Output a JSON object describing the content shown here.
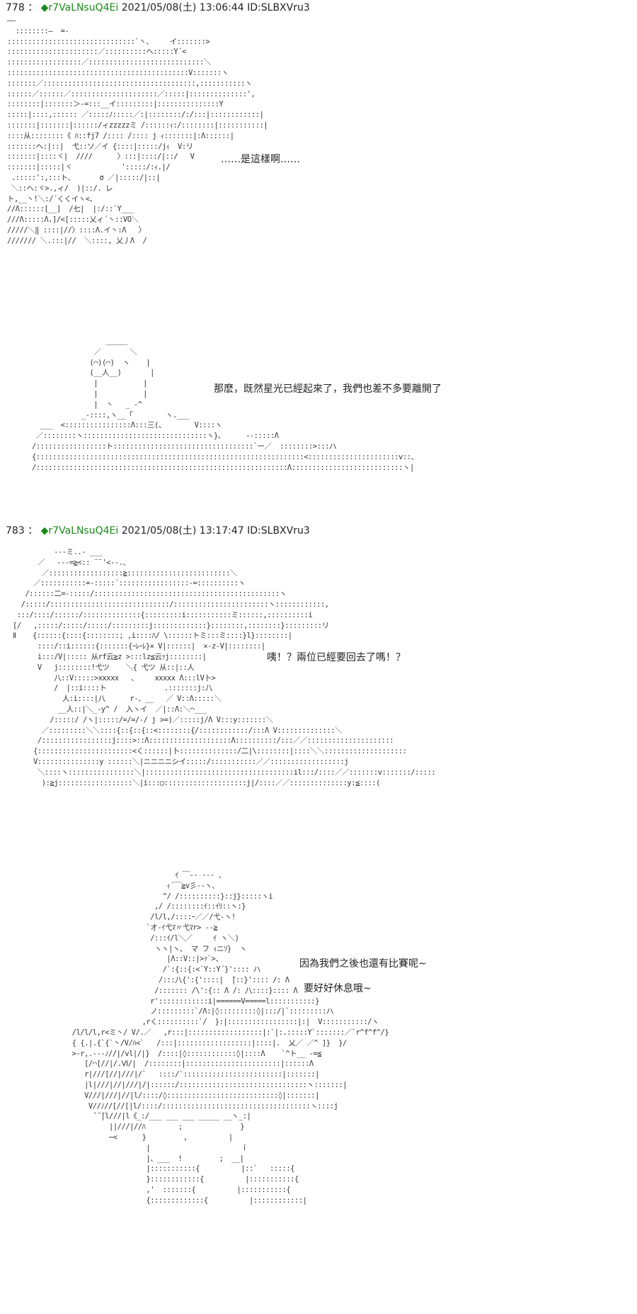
{
  "posts": [
    {
      "number": "778",
      "separator": "：",
      "trip_marker": "◆",
      "name": "r7VaLNsuQ4Ei",
      "datetime": "2021/05/08(土) 13:06:44",
      "id": "ID:SLBXVru3",
      "dialogues": [
        "……是這樣啊……",
        "那麽，既然星光已經起來了，我們也差不多要離開了"
      ]
    },
    {
      "number": "783",
      "separator": "：",
      "trip_marker": "◆",
      "name": "r7VaLNsuQ4Ei",
      "datetime": "2021/05/08(土) 13:17:47",
      "id": "ID:SLBXVru3",
      "dialogues": [
        "咦！？兩位已經要回去了嗎！？",
        "因為我們之後也還有比賽呢~",
        "要好好休息哦~"
      ]
    }
  ]
}
